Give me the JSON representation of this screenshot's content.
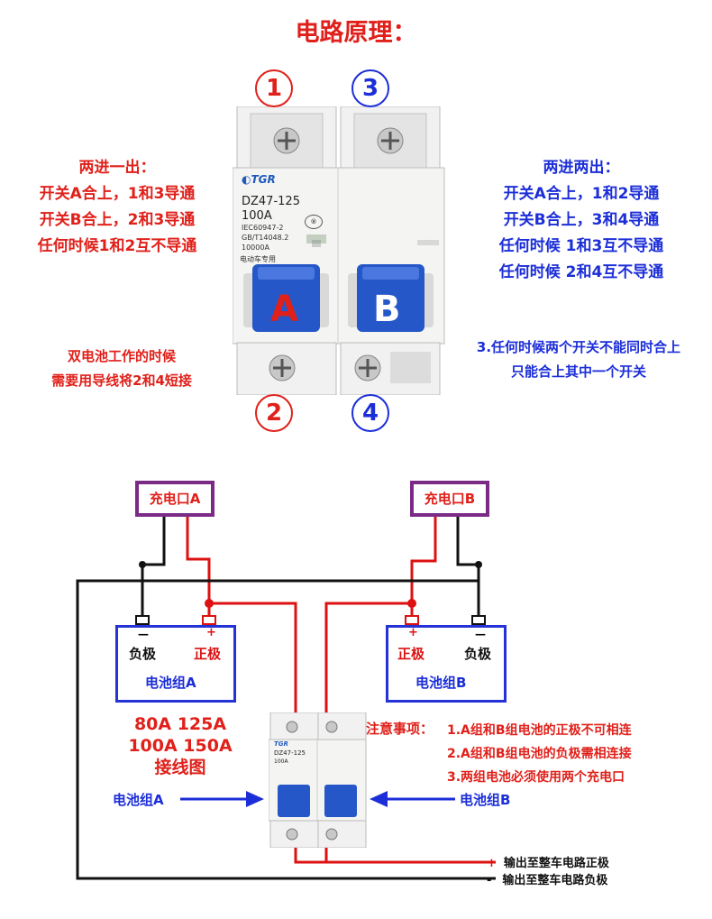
{
  "title": "电路原理：",
  "terminals": {
    "t1": "1",
    "t2": "2",
    "t3": "3",
    "t4": "4"
  },
  "breaker": {
    "brand": "TGR",
    "model": "DZ47-125",
    "rating": "100A",
    "standard1": "IEC60947-2",
    "standard2": "GB/T14048.2",
    "capacity": "10000A",
    "usage": "电动车专用",
    "handle_a": "A",
    "handle_b": "B"
  },
  "left_note": {
    "heading": "两进一出：",
    "line1": "开关A合上，1和3导通",
    "line2": "开关B合上，2和3导通",
    "line3": "任何时候1和2互不导通"
  },
  "right_note": {
    "heading": "两进两出：",
    "line1": "开关A合上，1和2导通",
    "line2": "开关B合上，3和4导通",
    "line3": "任何时候 1和3互不导通",
    "line4": "任何时候 2和4互不导通"
  },
  "dual_note": {
    "line1": "双电池工作的时候",
    "line2": "需要用导线将2和4短接"
  },
  "rule_note": {
    "line1": "3.任何时候两个开关不能同时合上",
    "line2": "只能合上其中一个开关"
  },
  "charger_a": "充电口A",
  "charger_b": "充电口B",
  "battery_a": {
    "neg_label": "负极",
    "pos_label": "正极",
    "name": "电池组A",
    "neg_sign": "—",
    "pos_sign": "+"
  },
  "battery_b": {
    "neg_label": "负极",
    "pos_label": "正极",
    "name": "电池组B",
    "neg_sign": "—",
    "pos_sign": "+"
  },
  "wiring_caption": {
    "line1": "80A 125A",
    "line2": "100A 150A",
    "line3": "接线图"
  },
  "notice": {
    "heading": "注意事项：",
    "item1": "1.A组和B组电池的正极不可相连",
    "item2": "2.A组和B组电池的负极需相连接",
    "item3": "3.两组电池必须使用两个充电口"
  },
  "arrow_a_label": "电池组A",
  "arrow_b_label": "电池组B",
  "output_pos": {
    "sign": "+",
    "text": "输出至整车电路正极"
  },
  "output_neg": {
    "sign": "-",
    "text": "输出至整车电路负极"
  },
  "colors": {
    "red": "#e0201a",
    "blue": "#1c2ed8",
    "purple": "#7b2b86",
    "handle": "#2557c8"
  }
}
